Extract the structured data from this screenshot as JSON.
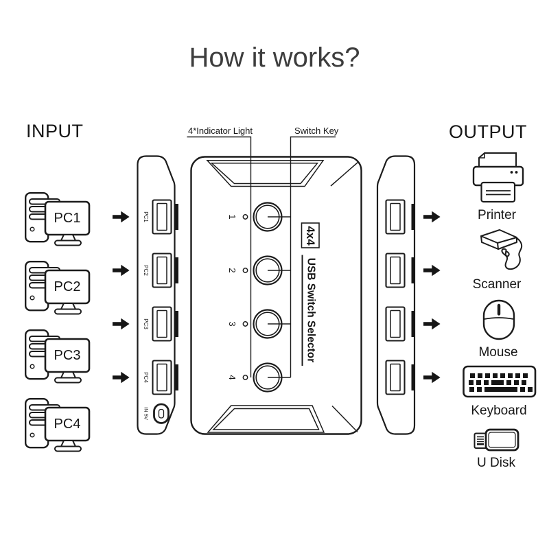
{
  "title": "How it works?",
  "colors": {
    "line": "#1c1c1c",
    "title_text": "#3d3d3d",
    "background": "#ffffff"
  },
  "input_section": {
    "heading": "INPUT",
    "computers": [
      {
        "label": "PC1"
      },
      {
        "label": "PC2"
      },
      {
        "label": "PC3"
      },
      {
        "label": "PC4"
      }
    ]
  },
  "output_section": {
    "heading": "OUTPUT",
    "devices": [
      {
        "label": "Printer"
      },
      {
        "label": "Scanner"
      },
      {
        "label": "Mouse"
      },
      {
        "label": "Keyboard"
      },
      {
        "label": "U Disk"
      }
    ]
  },
  "switch": {
    "callouts": {
      "indicator_light": "4*Indicator Light",
      "switch_key": "Switch Key"
    },
    "model": "4x4",
    "product_name": "USB Switch Selector",
    "button_numbers": [
      "1",
      "2",
      "3",
      "4"
    ],
    "input_port_labels": [
      "PC1",
      "PC2",
      "PC3",
      "PC4"
    ],
    "power_port_label": "IN 5V"
  },
  "icons": {
    "pc": "desktop-computer-outline",
    "printer": "printer-outline",
    "scanner": "barcode-scanner-outline",
    "mouse": "mouse-outline",
    "keyboard": "keyboard-outline",
    "u_disk": "usb-flash-drive-outline",
    "arrow": "solid-right-arrow",
    "usb_port": "usb-a-port-outline",
    "power_port": "micro-usb-port-outline"
  }
}
